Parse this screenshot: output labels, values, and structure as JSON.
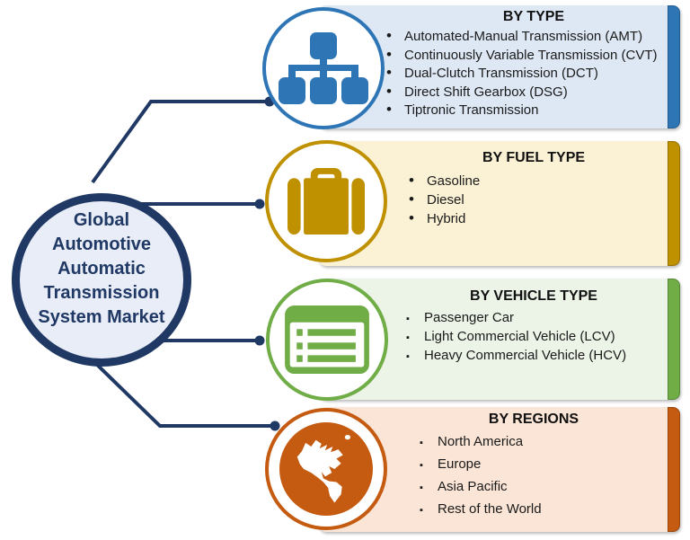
{
  "colors": {
    "navy": "#1F3864",
    "center_fill": "#E9EDF8",
    "text": "#1a1a1a"
  },
  "center": {
    "title_lines": [
      "Global",
      "Automotive",
      "Automatic",
      "Transmission",
      "System Market"
    ]
  },
  "panels": [
    {
      "id": "by-type",
      "title": "BY TYPE",
      "accent": "#2E75B6",
      "bg": "#DEE8F5",
      "bullet": "•",
      "icon": "sitemap-icon",
      "items": [
        "Automated-Manual Transmission (AMT)",
        "Continuously Variable Transmission (CVT)",
        "Dual-Clutch Transmission (DCT)",
        "Direct Shift Gearbox (DSG)",
        "Tiptronic Transmission"
      ]
    },
    {
      "id": "by-fuel-type",
      "title": "BY FUEL TYPE",
      "accent": "#BF9000",
      "bg": "#FBF2D5",
      "bullet": "•",
      "icon": "suitcase-icon",
      "items": [
        "Gasoline",
        "Diesel",
        "Hybrid"
      ]
    },
    {
      "id": "by-vehicle-type",
      "title": "BY VEHICLE TYPE",
      "accent": "#70AD47",
      "bg": "#ECF3E7",
      "bullet": "▪",
      "icon": "list-icon",
      "items": [
        "Passenger Car",
        "Light Commercial Vehicle (LCV)",
        "Heavy Commercial Vehicle (HCV)"
      ]
    },
    {
      "id": "by-regions",
      "title": "BY REGIONS",
      "accent": "#C55A11",
      "bg": "#FBE5D6",
      "bullet": "▪",
      "icon": "globe-icon",
      "items": [
        "North America",
        "Europe",
        "Asia Pacific",
        "Rest of the World"
      ]
    }
  ]
}
